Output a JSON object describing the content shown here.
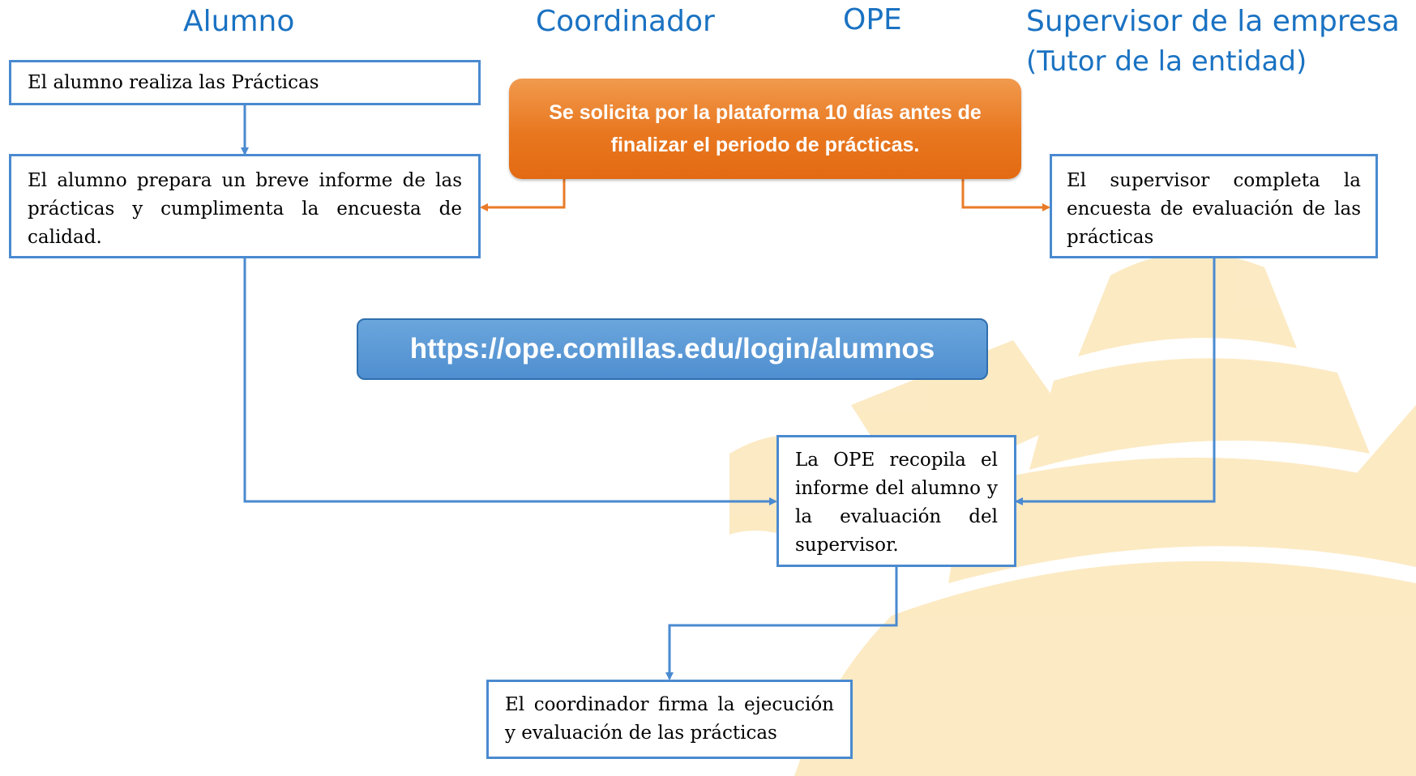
{
  "columns": {
    "alumno": "Alumno",
    "coordinador": "Coordinador",
    "ope": "OPE",
    "supervisor": "Supervisor de la empresa",
    "supervisor_sub": "(Tutor de la entidad)"
  },
  "steps": {
    "realiza": "El alumno realiza las Prácticas",
    "prepara": "El alumno prepara un breve informe de las prácticas y cumplimenta la encuesta de calidad.",
    "solicita": "Se solicita por la plataforma 10 días antes de finalizar el periodo de prácticas.",
    "supervisor_completa": "El supervisor completa la encuesta de evaluación de las prácticas",
    "url": "https://ope.comillas.edu/login/alumnos",
    "ope_recopila": "La OPE recopila el informe del alumno y la evaluación del supervisor.",
    "coordinador_firma": "El coordinador firma la ejecución y evaluación de las prácticas"
  },
  "colors": {
    "heading": "#1a72c2",
    "box_border": "#4a8ad0",
    "connector_blue": "#4a8ad0",
    "connector_orange": "#ea7b27",
    "orange_box": "#e8771f",
    "url_box": "#5a97d6",
    "watermark": "#f6c96a"
  }
}
